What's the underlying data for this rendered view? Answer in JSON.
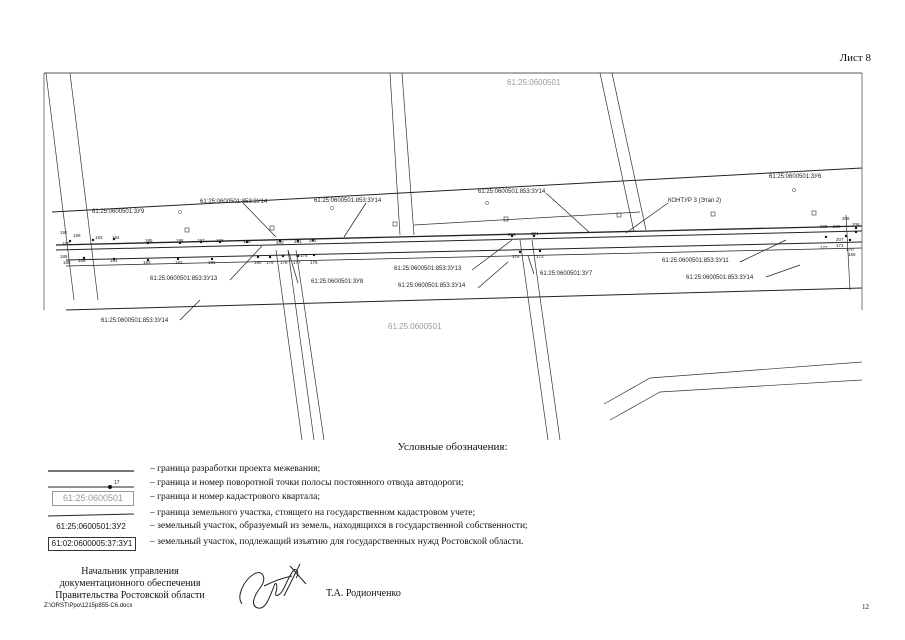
{
  "sheet": {
    "label": "Лист 8",
    "page_number": "12",
    "file_path": "Z:\\ORST\\Ppo\\1215p855-C6.docx"
  },
  "map": {
    "quarter_labels": [
      "61:25:0600501",
      "61:25:0600501"
    ],
    "plot_labels": [
      "61:25:0600501:3У9",
      "61:25:0600501:853:3У14",
      "61:25:0600501:853:3У14",
      "КОНТУР 3 (Этап 2)",
      "61:25:0600501:3У6",
      "61:25:0600501:853:3У13",
      "61:25:0600501:3У8",
      "61:25:0600501:853:3У13",
      "61:25:0600501:853:3У14",
      "61:25:0600501:3У7",
      "61:25:0600501:853:3У11",
      "61:25:0600501:853:3У14",
      "61:25:0600501:853:3У14"
    ],
    "point_numbers": [
      "191",
      "189",
      "190",
      "193",
      "194",
      "195",
      "196",
      "197",
      "198",
      "199",
      "200",
      "201",
      "202",
      "203",
      "204",
      "186",
      "188",
      "185",
      "184",
      "183",
      "182",
      "181",
      "180",
      "179",
      "178",
      "177",
      "176",
      "175",
      "174",
      "173",
      "172",
      "171",
      "170",
      "169",
      "206",
      "207",
      "208",
      "205",
      "209"
    ]
  },
  "legend": {
    "title": "Условные обозначения:",
    "items": [
      {
        "text": "– граница разработки проекта межевания;"
      },
      {
        "text": "– граница и номер поворотной точки полосы постоянного отвода автодороги;",
        "point": "17"
      },
      {
        "text": "– граница и номер кадастрового квартала;",
        "quarter": "61:25:0600501"
      },
      {
        "text": "– граница земельного участка, стоящего на государственном кадастровом учете;"
      },
      {
        "text": "– земельный участок, образуемый из земель, находящихся в государственной собственности;",
        "plot": "61:25:0600501:3У2"
      },
      {
        "text": "– земельный участок, подлежащий изъятию для государственных нужд Ростовской области.",
        "plot": "61:02:0600005:37:3У1"
      }
    ]
  },
  "signature": {
    "position_lines": [
      "Начальник управления",
      "документационного обеспечения",
      "Правительства Ростовской области"
    ],
    "name": "Т.А. Родионченко"
  }
}
